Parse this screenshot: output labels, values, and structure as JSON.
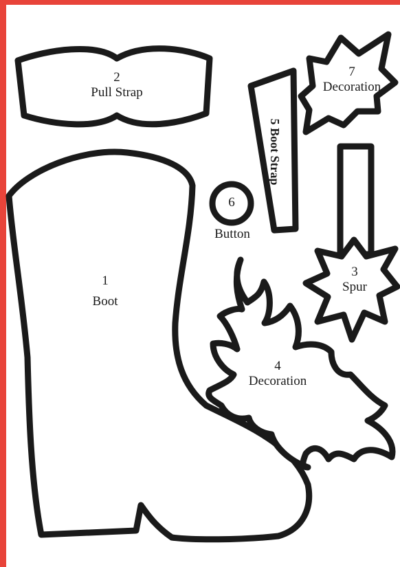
{
  "frame": {
    "accent_color": "#e8443a",
    "outline_color": "#1a1a1a"
  },
  "pieces": {
    "boot": {
      "number": "1",
      "name": "Boot"
    },
    "pull_strap": {
      "number": "2",
      "name": "Pull Strap"
    },
    "spur": {
      "number": "3",
      "name": "Spur"
    },
    "decoration4": {
      "number": "4",
      "name": "Decoration"
    },
    "boot_strap": {
      "number": "5",
      "name": "Boot Strap"
    },
    "button": {
      "number": "6",
      "name": "Button"
    },
    "decoration7": {
      "number": "7",
      "name": "Decoration"
    }
  }
}
